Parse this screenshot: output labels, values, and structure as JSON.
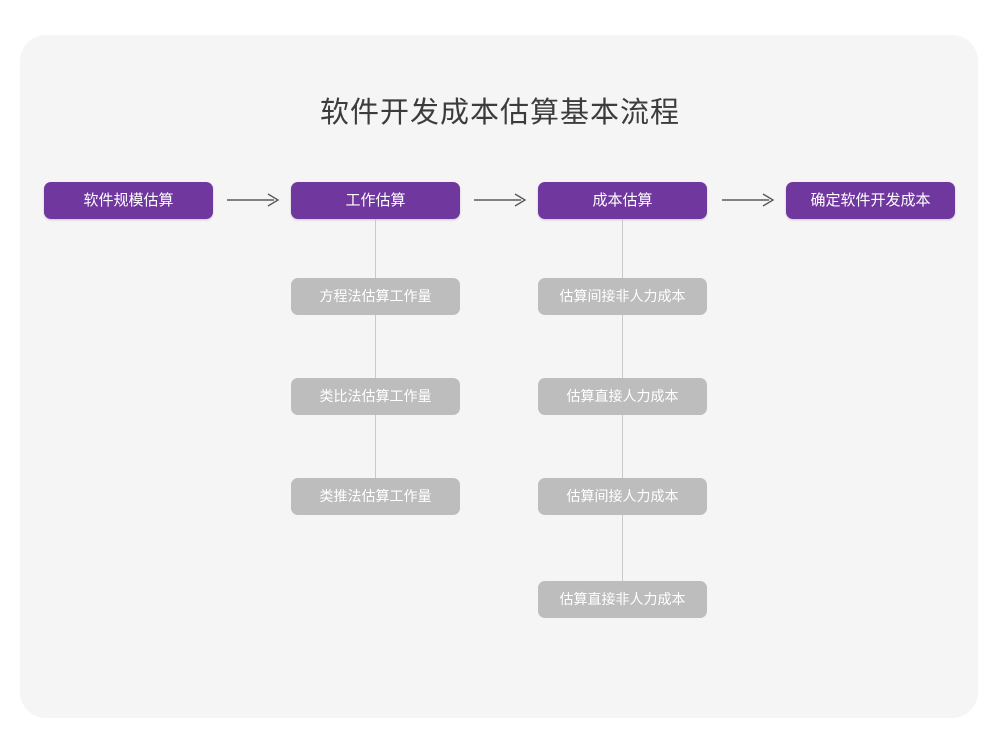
{
  "diagram": {
    "title": "软件开发成本估算基本流程",
    "colors": {
      "page_background": "#ffffff",
      "card_background": "#f5f5f5",
      "primary_node": "#70389f",
      "secondary_node": "#bdbdbd",
      "primary_text": "#ffffff",
      "secondary_text": "#ffffff",
      "title_text": "#3c3c3c",
      "connector_line": "#c9c9c9",
      "arrow": "#5a5a5a"
    },
    "main_flow": [
      {
        "id": "step-1",
        "label": "软件规模估算"
      },
      {
        "id": "step-2",
        "label": "工作估算"
      },
      {
        "id": "step-3",
        "label": "成本估算"
      },
      {
        "id": "step-4",
        "label": "确定软件开发成本"
      }
    ],
    "arrows": [
      {
        "id": "arrow-1",
        "glyph": "right-arrow",
        "from": "step-1",
        "to": "step-2"
      },
      {
        "id": "arrow-2",
        "glyph": "right-arrow",
        "from": "step-2",
        "to": "step-3"
      },
      {
        "id": "arrow-3",
        "glyph": "right-arrow",
        "from": "step-3",
        "to": "step-4"
      }
    ],
    "branches": [
      {
        "parent": "step-2",
        "items": [
          {
            "id": "branch-2-1",
            "label": "方程法估算工作量"
          },
          {
            "id": "branch-2-2",
            "label": "类比法估算工作量"
          },
          {
            "id": "branch-2-3",
            "label": "类推法估算工作量"
          }
        ]
      },
      {
        "parent": "step-3",
        "items": [
          {
            "id": "branch-3-1",
            "label": "估算间接非人力成本"
          },
          {
            "id": "branch-3-2",
            "label": "估算直接人力成本"
          },
          {
            "id": "branch-3-3",
            "label": "估算间接人力成本"
          },
          {
            "id": "branch-3-4",
            "label": "估算直接非人力成本"
          }
        ]
      }
    ]
  }
}
